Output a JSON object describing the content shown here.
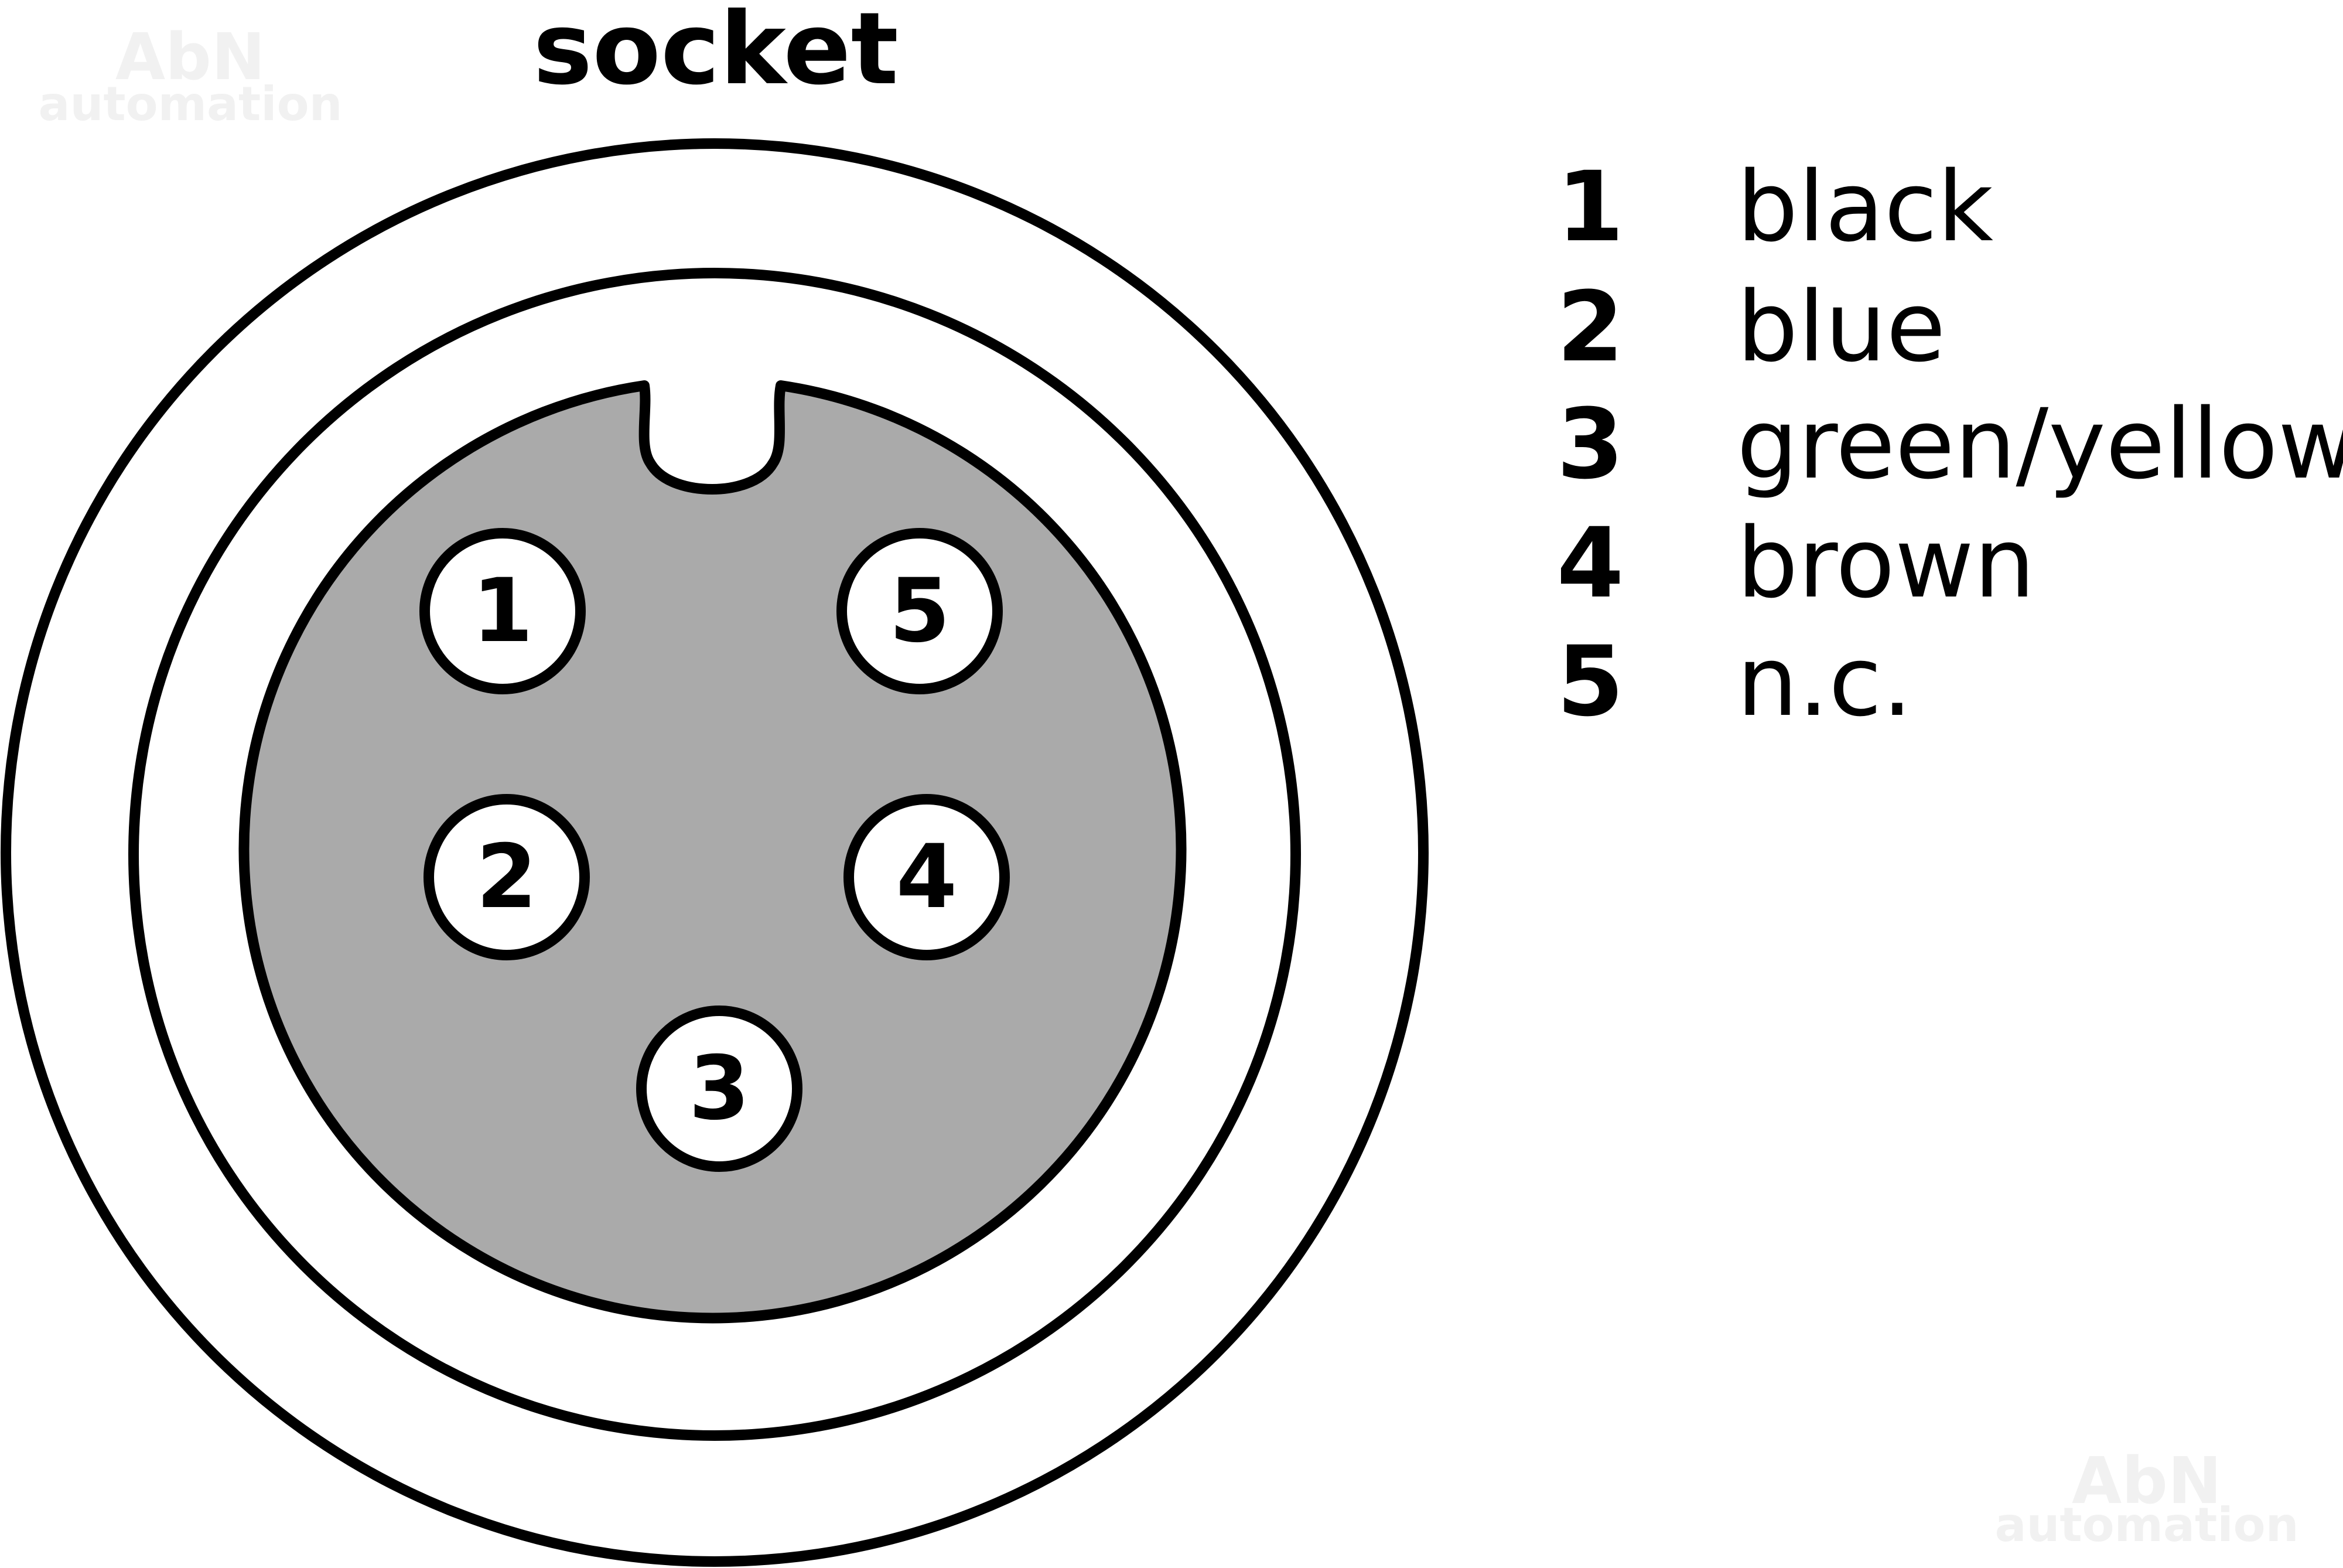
{
  "title": "socket",
  "watermark": {
    "line1": "AbN",
    "line2": "automation",
    "color": "#f1f1f1"
  },
  "colors": {
    "stroke": "#000000",
    "insert_fill": "#aaaaaa",
    "pin_fill": "#ffffff",
    "background": "#ffffff"
  },
  "pins": [
    {
      "number": "1"
    },
    {
      "number": "2"
    },
    {
      "number": "3"
    },
    {
      "number": "4"
    },
    {
      "number": "5"
    }
  ],
  "legend": [
    {
      "number": "1",
      "color": "black"
    },
    {
      "number": "2",
      "color": "blue"
    },
    {
      "number": "3",
      "color": "green/yellow"
    },
    {
      "number": "4",
      "color": "brown"
    },
    {
      "number": "5",
      "color": "n.c."
    }
  ]
}
